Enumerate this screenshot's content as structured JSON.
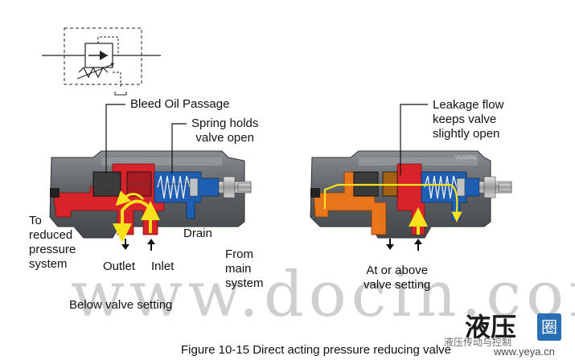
{
  "labels": {
    "bleed_oil": "Bleed Oil Passage",
    "spring_holds": "Spring holds\nvalve open",
    "to_reduced": "To\nreduced\npressure\nsystem",
    "outlet": "Outlet",
    "inlet": "Inlet",
    "drain": "Drain",
    "from_main": "From\nmain\nsystem",
    "below_setting": "Below valve setting",
    "leakage_flow": "Leakage flow\nkeeps valve\nslightly open",
    "at_or_above": "At  or above\nvalve setting"
  },
  "caption": "Figure 10-15 Direct acting pressure reducing valve",
  "watermark": "www.docin.com",
  "logo": {
    "text": "液压",
    "box_char": "圈",
    "wechat": "液压传动与控制",
    "site": "www.yeya.cn"
  },
  "colors": {
    "body": "#5e6266",
    "spool_red": "#d8232a",
    "spool_orange": "#e8741c",
    "spring_blue": "#1f5fb3",
    "flow_yellow": "#f7e21c"
  }
}
